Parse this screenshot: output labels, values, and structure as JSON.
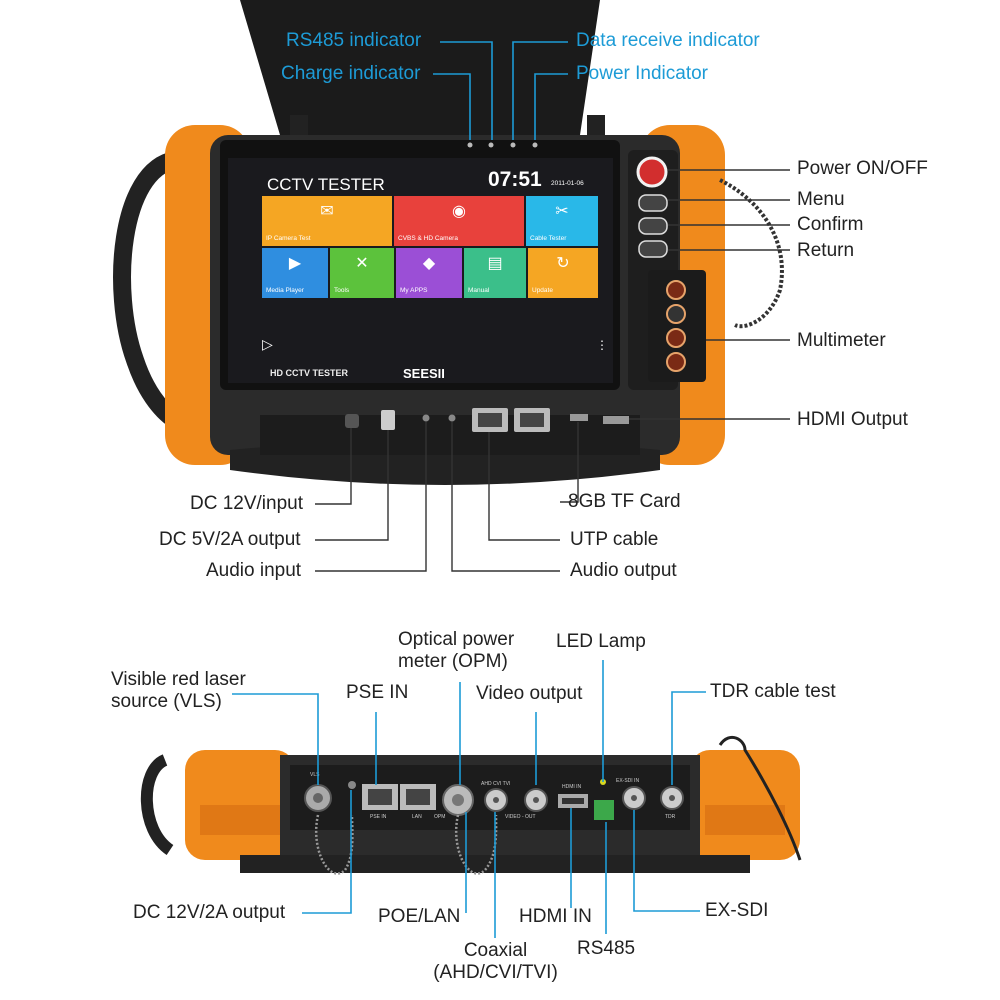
{
  "top_labels": {
    "rs485_indicator": "RS485 indicator",
    "charge_indicator": "Charge indicator",
    "data_receive_indicator": "Data receive indicator",
    "power_indicator": "Power Indicator"
  },
  "right_labels": {
    "power_on_off": "Power ON/OFF",
    "menu": "Menu",
    "confirm": "Confirm",
    "return": "Return",
    "multimeter": "Multimeter",
    "hdmi_output": "HDMI Output"
  },
  "bottom_front_labels": {
    "dc_12v_input": "DC 12V/input",
    "dc_5v_2a_output": "DC 5V/2A output",
    "audio_input": "Audio input",
    "tf_card": "8GB TF Card",
    "utp_cable": "UTP cable",
    "audio_output": "Audio output"
  },
  "screen": {
    "title": "CCTV TESTER",
    "time": "07:51",
    "date": "2011-01-06",
    "brand_left": "HD CCTV TESTER",
    "brand_right": "SEESII",
    "tiles": [
      {
        "label": "IP Camera Test",
        "color": "#f5a623"
      },
      {
        "label": "CVBS & HD Camera",
        "color": "#e8413c"
      },
      {
        "label": "Cable Tester",
        "color": "#29b8e8"
      },
      {
        "label": "Media Player",
        "color": "#2f8ee0"
      },
      {
        "label": "Tools",
        "color": "#5cc23c"
      },
      {
        "label": "My APPS",
        "color": "#9b4fd6"
      },
      {
        "label": "Manual",
        "color": "#3bbf8a"
      },
      {
        "label": "Update",
        "color": "#f5a623"
      }
    ]
  },
  "side_panel": {
    "labels_top": {
      "vls": "Visible red laser\nsource (VLS)",
      "pse_in": "PSE IN",
      "opm": "Optical power\nmeter (OPM)",
      "video_output": "Video output",
      "led_lamp": "LED Lamp",
      "tdr": "TDR cable test"
    },
    "labels_bottom": {
      "dc_12v_2a_output": "DC 12V/2A output",
      "poe_lan": "POE/LAN",
      "coaxial": "Coaxial\n(AHD/CVI/TVI)",
      "hdmi_in": "HDMI IN",
      "rs485": "RS485",
      "ex_sdi": "EX-SDI"
    },
    "port_texts": {
      "vls": "VLS",
      "pse_in": "PSE IN",
      "lan": "LAN",
      "opm": "OPM",
      "ahd": "AHD CVI TVI",
      "video_out": "VIDEO - OUT",
      "hdmi_in": "HDMI IN",
      "ex_sdi": "EX-SDI IN",
      "tdr": "TDR"
    }
  },
  "colors": {
    "accent_blue": "#1d9bd6",
    "orange": "#f08a1c",
    "body": "#2b2b2b"
  }
}
